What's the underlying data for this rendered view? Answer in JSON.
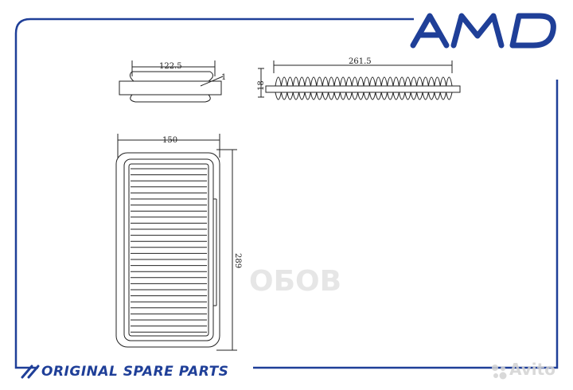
{
  "brand": {
    "logo_text": "AMD",
    "color": "#1f3f98"
  },
  "drawing": {
    "top_view": {
      "width_label": "122.5",
      "callout_label": "1"
    },
    "side_view": {
      "length_label": "261.5",
      "height_label": "18"
    },
    "front_view": {
      "width_label": "150",
      "height_label": "289"
    }
  },
  "footer": {
    "tagline": "ORIGINAL SPARE PARTS"
  },
  "watermarks": {
    "center": "ОБОВ",
    "corner": "Avito",
    "corner_icon": "avito-dots-icon"
  }
}
